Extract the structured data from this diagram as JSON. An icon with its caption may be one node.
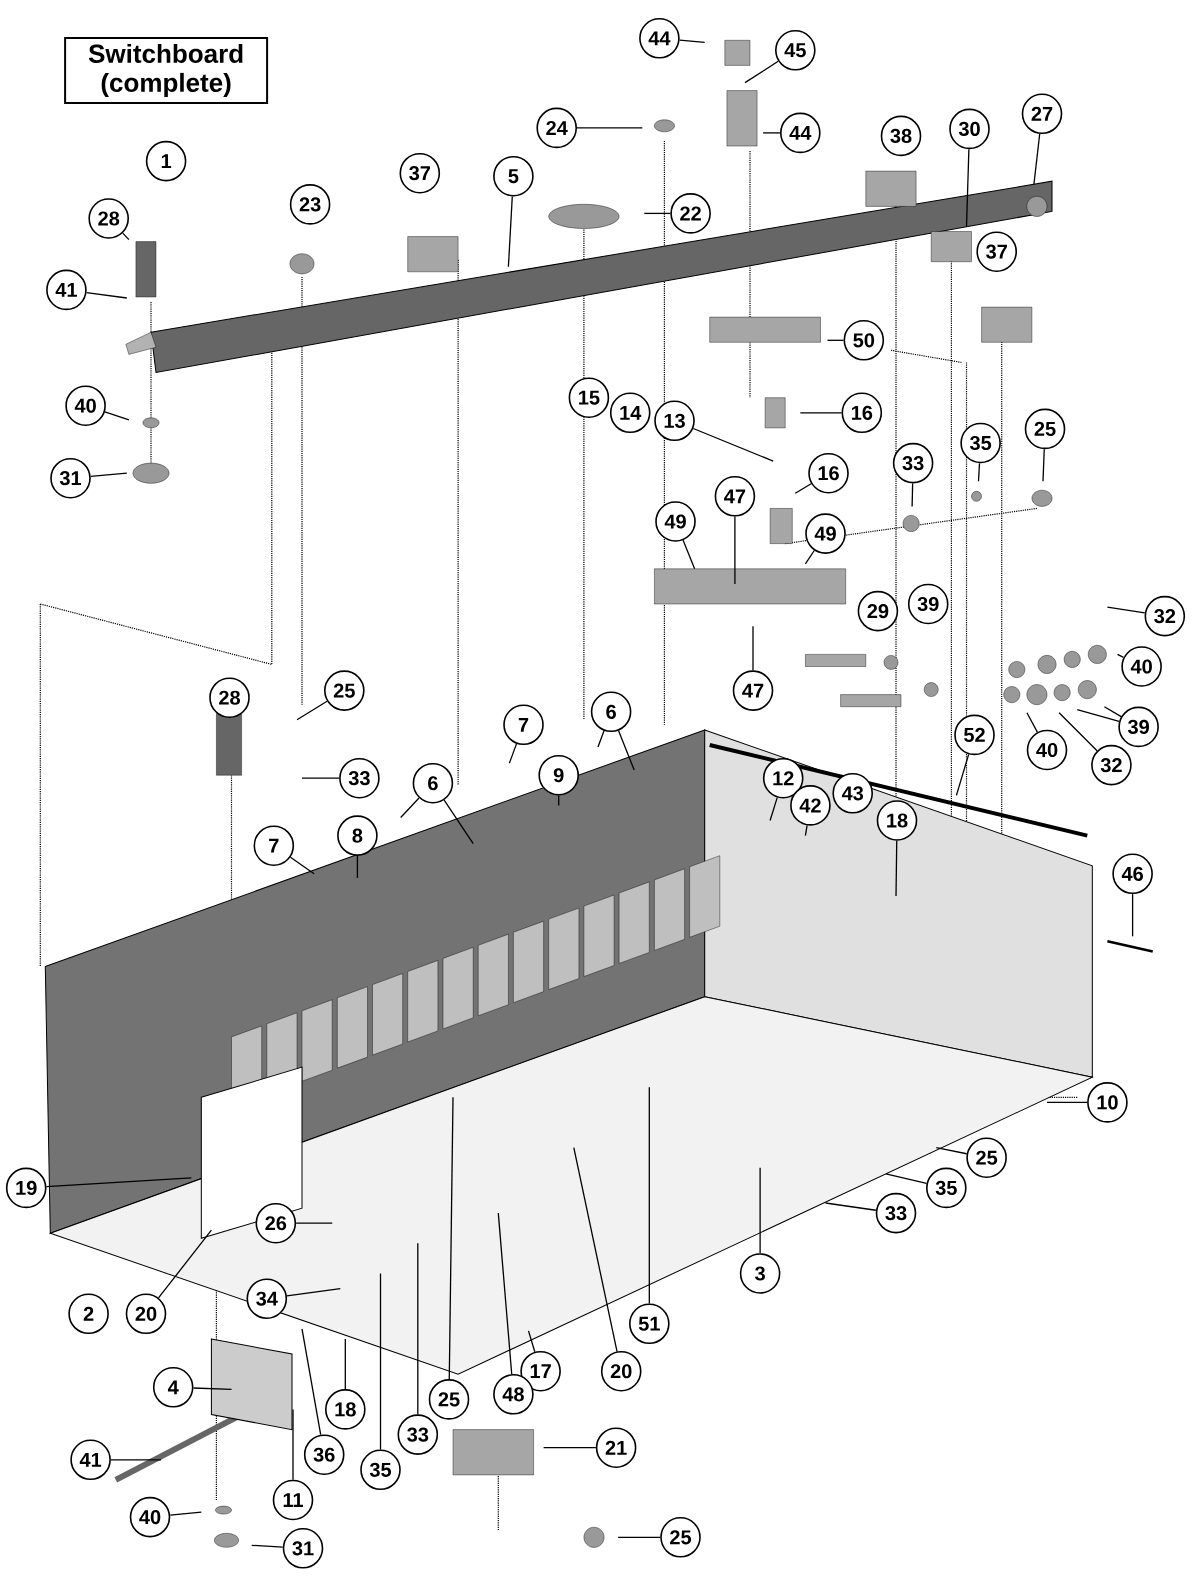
{
  "diagram": {
    "nodes": [
      {
        "text": [
          "Switchboard (complete)"
        ]
      },
      {
        "text": [
          "1"
        ]
      },
      {
        "text": [
          "44"
        ]
      },
      {
        "text": [
          "45"
        ]
      },
      {
        "text": [
          "24"
        ]
      },
      {
        "text": [
          "44"
        ]
      },
      {
        "text": [
          "27"
        ]
      },
      {
        "text": [
          "38"
        ]
      },
      {
        "text": [
          "30"
        ]
      },
      {
        "text": [
          "37"
        ]
      },
      {
        "text": [
          "5"
        ]
      },
      {
        "text": [
          "22"
        ]
      },
      {
        "text": [
          "23"
        ]
      },
      {
        "text": [
          "28"
        ]
      },
      {
        "text": [
          "37"
        ]
      },
      {
        "text": [
          "41"
        ]
      },
      {
        "text": [
          "50"
        ]
      },
      {
        "text": [
          "40"
        ]
      },
      {
        "text": [
          "15"
        ]
      },
      {
        "text": [
          "14"
        ]
      },
      {
        "text": [
          "13"
        ]
      },
      {
        "text": [
          "16"
        ]
      },
      {
        "text": [
          "33"
        ]
      },
      {
        "text": [
          "35"
        ]
      },
      {
        "text": [
          "25"
        ]
      },
      {
        "text": [
          "16"
        ]
      },
      {
        "text": [
          "31"
        ]
      },
      {
        "text": [
          "47"
        ]
      },
      {
        "text": [
          "49"
        ]
      },
      {
        "text": [
          "49"
        ]
      },
      {
        "text": [
          "29"
        ]
      },
      {
        "text": [
          "39"
        ]
      },
      {
        "text": [
          "32"
        ]
      },
      {
        "text": [
          "40"
        ]
      },
      {
        "text": [
          "25"
        ]
      },
      {
        "text": [
          "28"
        ]
      },
      {
        "text": [
          "47"
        ]
      },
      {
        "text": [
          "7"
        ]
      },
      {
        "text": [
          "6"
        ]
      },
      {
        "text": [
          "39"
        ]
      },
      {
        "text": [
          "52"
        ]
      },
      {
        "text": [
          "40"
        ]
      },
      {
        "text": [
          "32"
        ]
      },
      {
        "text": [
          "9"
        ]
      },
      {
        "text": [
          "12"
        ]
      },
      {
        "text": [
          "33"
        ]
      },
      {
        "text": [
          "6"
        ]
      },
      {
        "text": [
          "43"
        ]
      },
      {
        "text": [
          "42"
        ]
      },
      {
        "text": [
          "18"
        ]
      },
      {
        "text": [
          "8"
        ]
      },
      {
        "text": [
          "7"
        ]
      },
      {
        "text": [
          "46"
        ]
      },
      {
        "text": [
          "10"
        ]
      },
      {
        "text": [
          "25"
        ]
      },
      {
        "text": [
          "35"
        ]
      },
      {
        "text": [
          "19"
        ]
      },
      {
        "text": [
          "33"
        ]
      },
      {
        "text": [
          "26"
        ]
      },
      {
        "text": [
          "3"
        ]
      },
      {
        "text": [
          "34"
        ]
      },
      {
        "text": [
          "2"
        ]
      },
      {
        "text": [
          "20"
        ]
      },
      {
        "text": [
          "51"
        ]
      },
      {
        "text": [
          "17"
        ]
      },
      {
        "text": [
          "20"
        ]
      },
      {
        "text": [
          "4"
        ]
      },
      {
        "text": [
          "25"
        ]
      },
      {
        "text": [
          "48"
        ]
      },
      {
        "text": [
          "18"
        ]
      },
      {
        "text": [
          "33"
        ]
      },
      {
        "text": [
          "21"
        ]
      },
      {
        "text": [
          "36"
        ]
      },
      {
        "text": [
          "41"
        ]
      },
      {
        "text": [
          "35"
        ]
      },
      {
        "text": [
          "11"
        ]
      },
      {
        "text": [
          "40"
        ]
      },
      {
        "text": [
          "25"
        ]
      },
      {
        "text": [
          "31"
        ]
      }
    ],
    "edges": [
      {
        "from": 2,
        "to": null,
        "arrow": "none"
      },
      {
        "from": 3,
        "to": null,
        "arrow": "none"
      },
      {
        "from": 4,
        "to": null,
        "arrow": "none"
      },
      {
        "from": 5,
        "to": null,
        "arrow": "none"
      },
      {
        "from": 6,
        "to": null,
        "arrow": "none"
      },
      {
        "from": 8,
        "to": null,
        "arrow": "none"
      },
      {
        "from": 10,
        "to": null,
        "arrow": "none"
      },
      {
        "from": 11,
        "to": null,
        "arrow": "none"
      },
      {
        "from": 13,
        "to": null,
        "arrow": "none"
      },
      {
        "from": 15,
        "to": null,
        "arrow": "none"
      },
      {
        "from": 16,
        "to": null,
        "arrow": "none"
      },
      {
        "from": 17,
        "to": null,
        "arrow": "none"
      },
      {
        "from": 20,
        "to": null,
        "arrow": "none"
      },
      {
        "from": 21,
        "to": null,
        "arrow": "none"
      },
      {
        "from": 22,
        "to": null,
        "arrow": "none"
      },
      {
        "from": 23,
        "to": null,
        "arrow": "none"
      },
      {
        "from": 24,
        "to": null,
        "arrow": "none"
      },
      {
        "from": 25,
        "to": null,
        "arrow": "none"
      },
      {
        "from": 26,
        "to": null,
        "arrow": "none"
      },
      {
        "from": 27,
        "to": null,
        "arrow": "none"
      },
      {
        "from": 28,
        "to": null,
        "arrow": "none"
      },
      {
        "from": 29,
        "to": null,
        "arrow": "none"
      },
      {
        "from": 32,
        "to": null,
        "arrow": "none"
      },
      {
        "from": 33,
        "to": null,
        "arrow": "none"
      },
      {
        "from": 34,
        "to": null,
        "arrow": "none"
      },
      {
        "from": 36,
        "to": null,
        "arrow": "none"
      },
      {
        "from": 37,
        "to": null,
        "arrow": "none"
      },
      {
        "from": 38,
        "to": null,
        "arrow": "none"
      },
      {
        "from": 38,
        "to": null,
        "arrow": "none"
      },
      {
        "from": 39,
        "to": null,
        "arrow": "none"
      },
      {
        "from": 39,
        "to": null,
        "arrow": "none"
      },
      {
        "from": 40,
        "to": null,
        "arrow": "none"
      },
      {
        "from": 41,
        "to": null,
        "arrow": "none"
      },
      {
        "from": 42,
        "to": null,
        "arrow": "none"
      },
      {
        "from": 43,
        "to": null,
        "arrow": "none"
      },
      {
        "from": 44,
        "to": null,
        "arrow": "none"
      },
      {
        "from": 45,
        "to": null,
        "arrow": "none"
      },
      {
        "from": 46,
        "to": null,
        "arrow": "none"
      },
      {
        "from": 46,
        "to": null,
        "arrow": "none"
      },
      {
        "from": 48,
        "to": null,
        "arrow": "none"
      },
      {
        "from": 49,
        "to": null,
        "arrow": "none"
      },
      {
        "from": 50,
        "to": null,
        "arrow": "none"
      },
      {
        "from": 51,
        "to": null,
        "arrow": "none"
      },
      {
        "from": 52,
        "to": null,
        "arrow": "none"
      },
      {
        "from": 53,
        "to": null,
        "arrow": "none"
      },
      {
        "from": 54,
        "to": null,
        "arrow": "none"
      },
      {
        "from": 55,
        "to": null,
        "arrow": "none"
      },
      {
        "from": 56,
        "to": null,
        "arrow": "none"
      },
      {
        "from": 57,
        "to": null,
        "arrow": "none"
      },
      {
        "from": 58,
        "to": null,
        "arrow": "none"
      },
      {
        "from": 59,
        "to": null,
        "arrow": "none"
      },
      {
        "from": 60,
        "to": null,
        "arrow": "none"
      },
      {
        "from": 62,
        "to": null,
        "arrow": "none"
      },
      {
        "from": 63,
        "to": null,
        "arrow": "none"
      },
      {
        "from": 64,
        "to": null,
        "arrow": "none"
      },
      {
        "from": 65,
        "to": null,
        "arrow": "none"
      },
      {
        "from": 66,
        "to": null,
        "arrow": "none"
      },
      {
        "from": 67,
        "to": null,
        "arrow": "none"
      },
      {
        "from": 68,
        "to": null,
        "arrow": "none"
      },
      {
        "from": 69,
        "to": null,
        "arrow": "none"
      },
      {
        "from": 70,
        "to": null,
        "arrow": "none"
      },
      {
        "from": 71,
        "to": null,
        "arrow": "none"
      },
      {
        "from": 72,
        "to": null,
        "arrow": "none"
      },
      {
        "from": 73,
        "to": null,
        "arrow": "none"
      },
      {
        "from": 74,
        "to": null,
        "arrow": "none"
      },
      {
        "from": 75,
        "to": null,
        "arrow": "none"
      },
      {
        "from": 76,
        "to": null,
        "arrow": "none"
      },
      {
        "from": 77,
        "to": null,
        "arrow": "none"
      },
      {
        "from": 78,
        "to": null,
        "arrow": "none"
      }
    ]
  }
}
